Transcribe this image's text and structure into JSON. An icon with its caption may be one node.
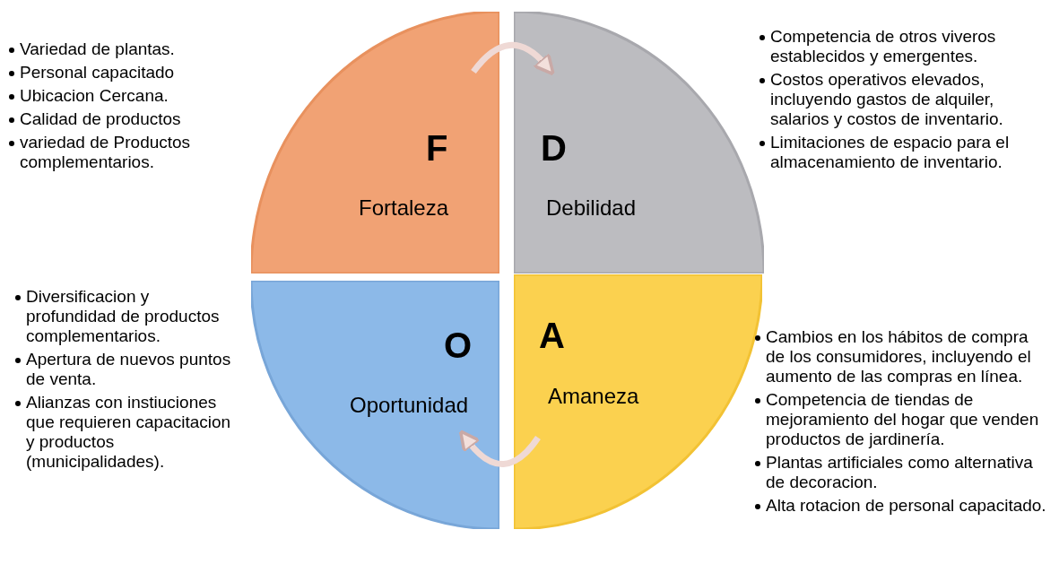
{
  "diagram": {
    "nodes": [
      {
        "text": [
          "F",
          "Fortaleza"
        ],
        "beside": [
          "Variedad de plantas.",
          "Personal capacitado",
          "Ubicacion Cercana.",
          "Calidad de productos",
          "variedad de Productos complementarios."
        ]
      },
      {
        "text": [
          "D",
          "Debilidad"
        ],
        "beside": [
          "Competencia de otros viveros establecidos y emergentes.",
          "Costos operativos elevados, incluyendo gastos de alquiler, salarios y costos de inventario.",
          "Limitaciones de espacio para el almacenamiento de inventario."
        ]
      },
      {
        "text": [
          "O",
          "Oportunidad"
        ],
        "beside": [
          "Diversificacion y profundidad de productos complementarios.",
          "Apertura de nuevos puntos de venta.",
          "Alianzas con instiuciones que requieren capacitacion y productos (municipalidades)."
        ]
      },
      {
        "text": [
          "A",
          "Amaneza"
        ],
        "beside": [
          "Cambios en los hábitos de compra de los consumidores, incluyendo el aumento de las compras en línea.",
          "Competencia de tiendas de mejoramiento del hogar que venden productos de jardinería.",
          "Plantas artificiales como alternativa de decoracion.",
          "Alta rotacion de personal capacitado."
        ]
      }
    ],
    "edges": [
      {
        "from": 0,
        "to": 1,
        "arrow": "to"
      },
      {
        "from": 3,
        "to": 2,
        "arrow": "to"
      }
    ]
  }
}
